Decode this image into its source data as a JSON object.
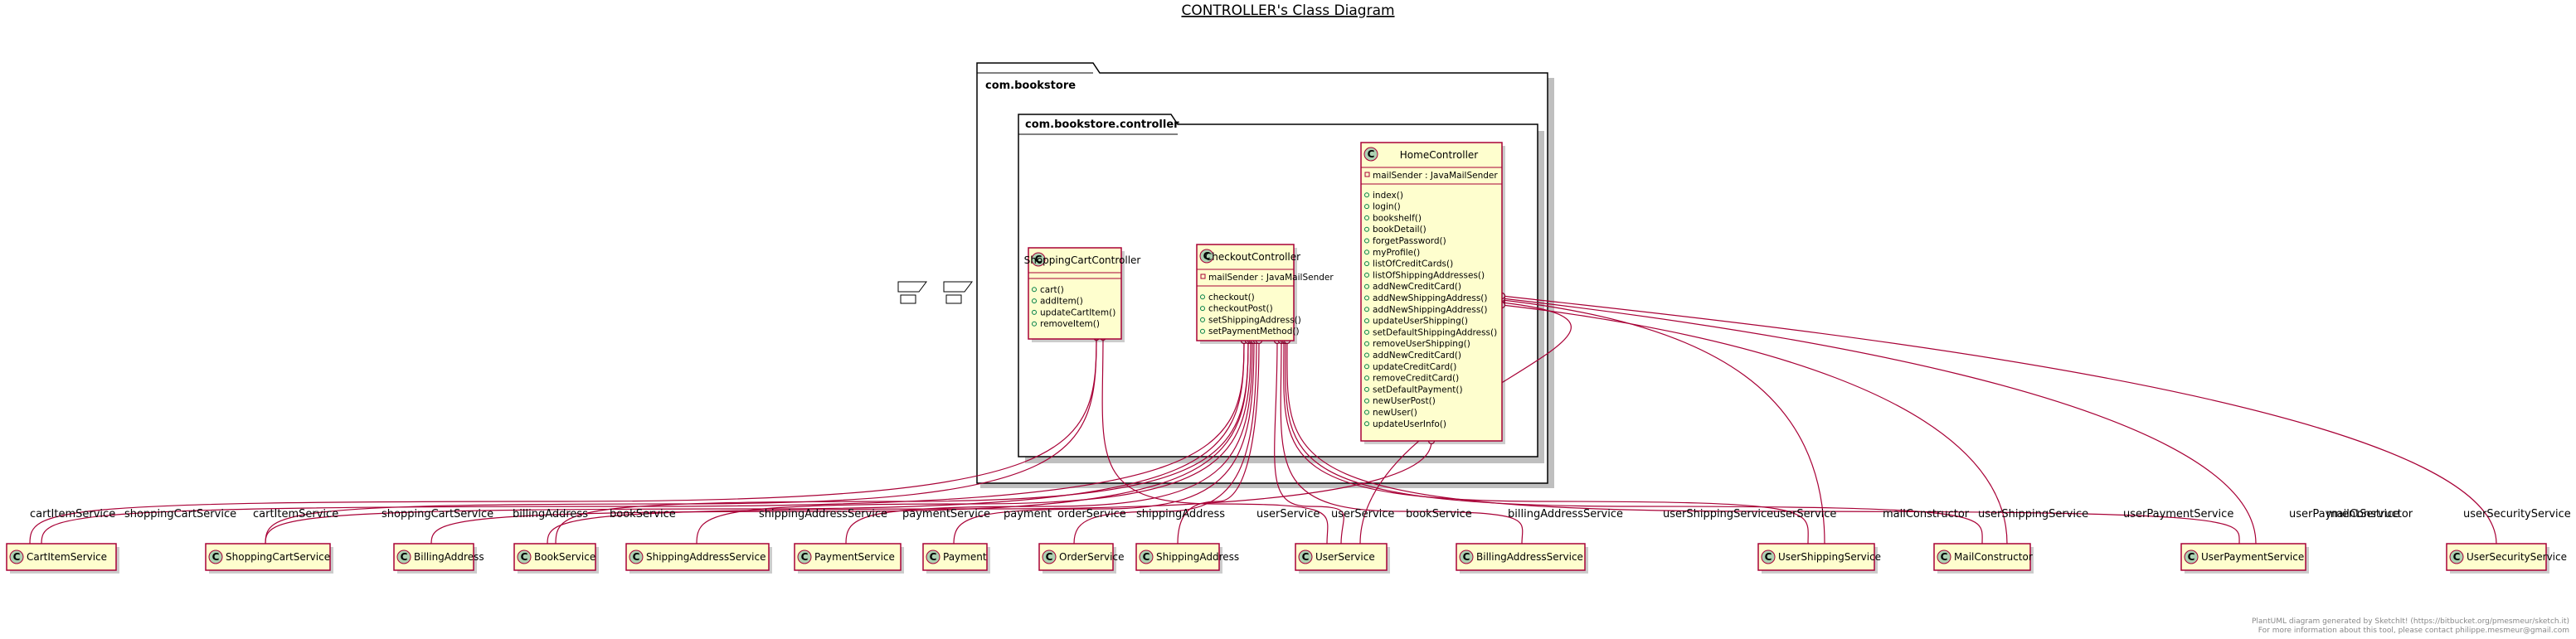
{
  "diagram": {
    "title": "CONTROLLER's Class Diagram",
    "packages": {
      "outer": "com.bookstore",
      "inner": "com.bookstore.controller"
    },
    "controllers": [
      {
        "name": "ShoppingCartController",
        "fields": [],
        "methods": [
          "cart()",
          "addItem()",
          "updateCartItem()",
          "removeItem()"
        ]
      },
      {
        "name": "CheckoutController",
        "fields": [
          "mailSender : JavaMailSender"
        ],
        "methods": [
          "checkout()",
          "checkoutPost()",
          "setShippingAddress()",
          "setPaymentMethod()"
        ]
      },
      {
        "name": "HomeController",
        "fields": [
          "mailSender : JavaMailSender"
        ],
        "methods": [
          "index()",
          "login()",
          "bookshelf()",
          "bookDetail()",
          "forgetPassword()",
          "myProfile()",
          "listOfCreditCards()",
          "listOfShippingAddresses()",
          "addNewCreditCard()",
          "addNewShippingAddress()",
          "addNewShippingAddress()",
          "updateUserShipping()",
          "setDefaultShippingAddress()",
          "removeUserShipping()",
          "addNewCreditCard()",
          "updateCreditCard()",
          "removeCreditCard()",
          "setDefaultPayment()",
          "newUserPost()",
          "newUser()",
          "updateUserInfo()"
        ]
      }
    ],
    "services": [
      "CartItemService",
      "ShoppingCartService",
      "BillingAddress",
      "BookService",
      "ShippingAddressService",
      "PaymentService",
      "Payment",
      "OrderService",
      "ShippingAddress",
      "UserService",
      "BillingAddressService",
      "UserShippingService",
      "MailConstructor",
      "UserPaymentService",
      "UserSecurityService"
    ],
    "edge_labels": [
      "cartItemService",
      "shoppingCartService",
      "cartItemService",
      "shoppingCartService",
      "billingAddress",
      "bookService",
      "shippingAddressService",
      "paymentService",
      "payment",
      "orderService",
      "shippingAddress",
      "userService",
      "userService",
      "bookService",
      "billingAddressService",
      "userShippingService",
      "userService",
      "mailConstructor",
      "userShippingService",
      "userPaymentService",
      "mailConstructor",
      "userPaymentService",
      "userSecurityService"
    ],
    "class_icon": "C",
    "footer": [
      "PlantUML diagram generated by SketchIt! (https://bitbucket.org/pmesmeur/sketch.it)",
      "For more information about this tool, please contact philippe.mesmeur@gmail.com"
    ],
    "colors": {
      "box_fill": "#FEFECE",
      "border": "#A80036",
      "icon": "#ADD1B2"
    }
  }
}
